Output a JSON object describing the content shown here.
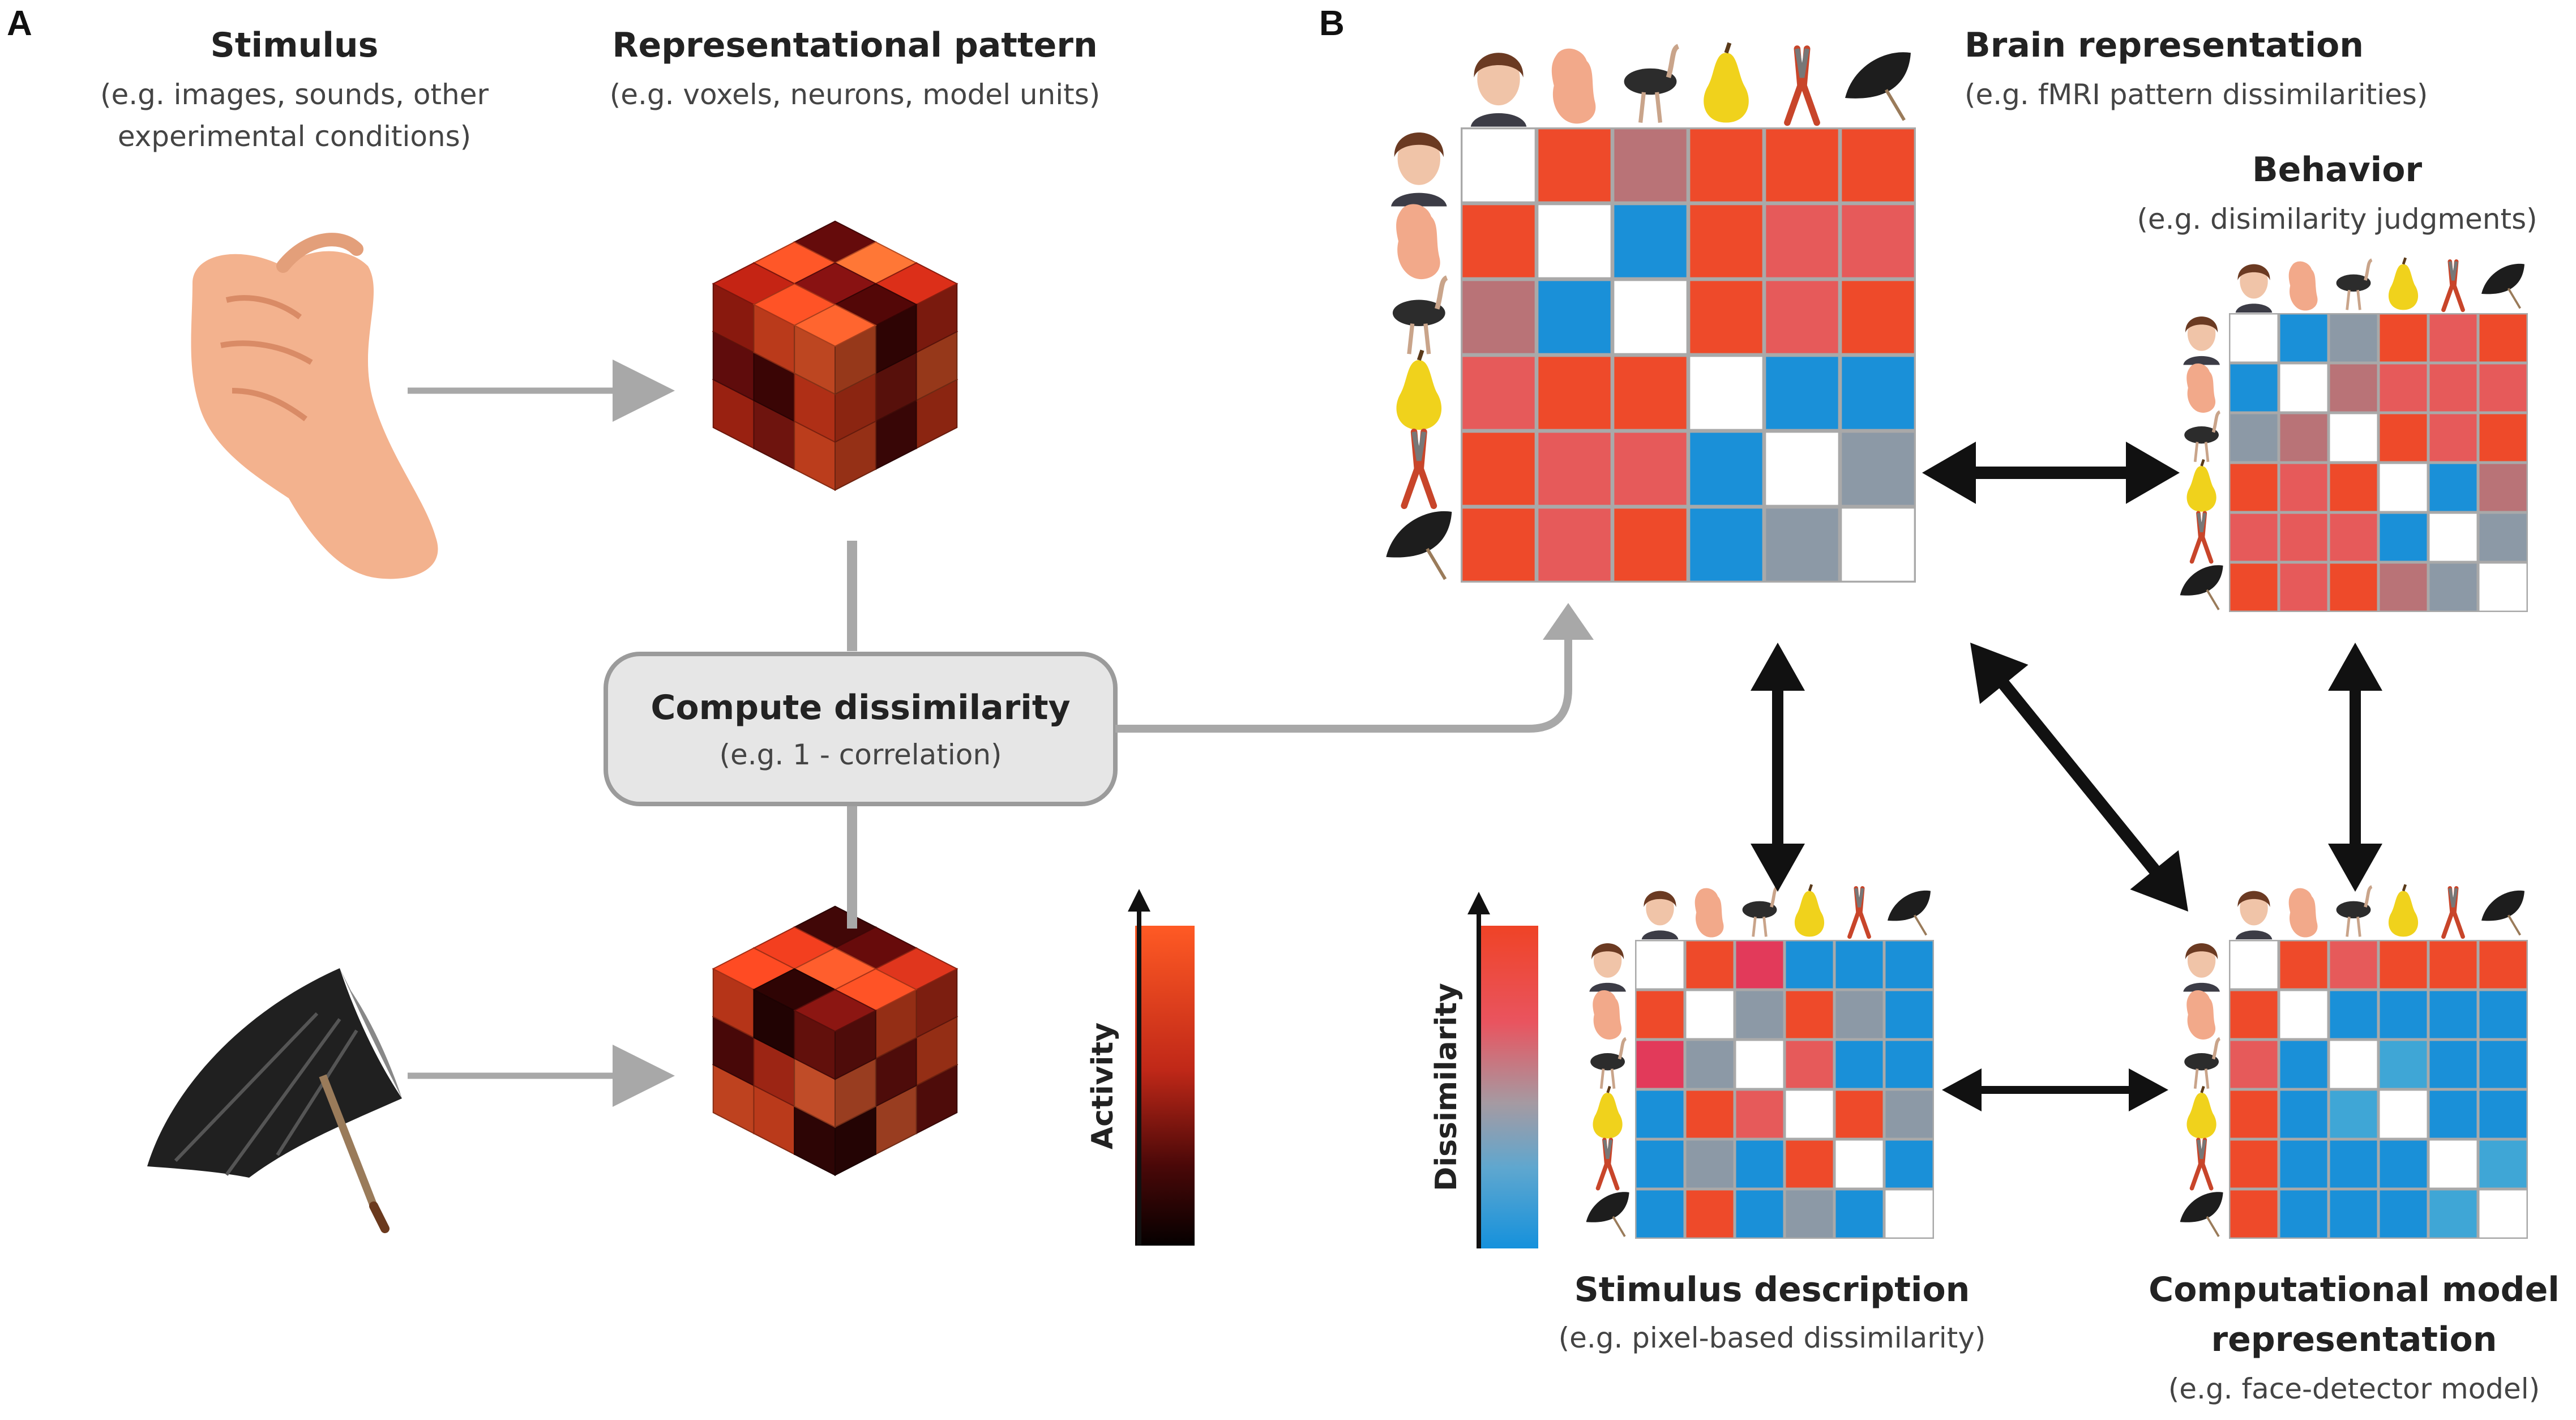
{
  "panels": {
    "a": "A",
    "b": "B"
  },
  "panel_a": {
    "stimulus": {
      "title": "Stimulus",
      "sub1": "(e.g. images, sounds, other",
      "sub2": "experimental conditions)"
    },
    "pattern": {
      "title": "Representational pattern",
      "sub": "(e.g. voxels, neurons, model units)"
    },
    "compute": {
      "title": "Compute dissimilarity",
      "sub": "(e.g. 1 - correlation)"
    },
    "activity_label": "Activity"
  },
  "panel_b": {
    "brain": {
      "title": "Brain representation",
      "sub": "(e.g. fMRI pattern dissimilarities)"
    },
    "behavior": {
      "title": "Behavior",
      "sub": "(e.g. disimilarity judgments)"
    },
    "stimulus_desc": {
      "title": "Stimulus description",
      "sub": "(e.g. pixel-based dissimilarity)"
    },
    "model": {
      "title1": "Computational model",
      "title2": "representation",
      "sub": "(e.g. face-detector model)"
    },
    "dissimilarity_label": "Dissimilarity"
  },
  "stimuli_icons": [
    "face-icon",
    "hand-icon",
    "ostrich-icon",
    "pear-icon",
    "pliers-icon",
    "umbrella-icon"
  ],
  "colors": {
    "red": "#ee4a2a",
    "pink": "#e65a5a",
    "mauve": "#b97377",
    "blue": "#1a90d8",
    "lightblue": "#3fa6d6",
    "gray": "#8c99a6",
    "grid": "#a9a9a9",
    "arrow_gray": "#a8a8a8"
  },
  "matrices": {
    "brain": [
      [
        "W",
        "R",
        "M",
        "R",
        "R",
        "R"
      ],
      [
        "R",
        "W",
        "B",
        "R",
        "P",
        "P"
      ],
      [
        "M",
        "B",
        "W",
        "R",
        "P",
        "R"
      ],
      [
        "P",
        "R",
        "R",
        "W",
        "B",
        "B"
      ],
      [
        "R",
        "P",
        "P",
        "B",
        "W",
        "G"
      ],
      [
        "R",
        "P",
        "R",
        "B",
        "G",
        "W"
      ]
    ],
    "behavior": [
      [
        "W",
        "B",
        "G",
        "R",
        "P",
        "R"
      ],
      [
        "B",
        "W",
        "M",
        "P",
        "P",
        "P"
      ],
      [
        "G",
        "M",
        "W",
        "R",
        "P",
        "R"
      ],
      [
        "R",
        "P",
        "R",
        "W",
        "B",
        "M"
      ],
      [
        "P",
        "P",
        "P",
        "B",
        "W",
        "G"
      ],
      [
        "R",
        "P",
        "R",
        "M",
        "G",
        "W"
      ]
    ],
    "stimulus": [
      [
        "W",
        "R",
        "K",
        "B",
        "B",
        "B"
      ],
      [
        "R",
        "W",
        "G",
        "R",
        "G",
        "B"
      ],
      [
        "K",
        "G",
        "W",
        "P",
        "B",
        "B"
      ],
      [
        "B",
        "R",
        "P",
        "W",
        "R",
        "G"
      ],
      [
        "B",
        "G",
        "B",
        "R",
        "W",
        "B"
      ],
      [
        "B",
        "R",
        "B",
        "G",
        "B",
        "W"
      ]
    ],
    "model": [
      [
        "W",
        "R",
        "P",
        "R",
        "R",
        "R"
      ],
      [
        "R",
        "W",
        "B",
        "B",
        "B",
        "B"
      ],
      [
        "P",
        "B",
        "W",
        "L",
        "B",
        "B"
      ],
      [
        "R",
        "B",
        "L",
        "W",
        "B",
        "B"
      ],
      [
        "R",
        "B",
        "B",
        "B",
        "W",
        "L"
      ],
      [
        "R",
        "B",
        "B",
        "B",
        "L",
        "W"
      ]
    ]
  }
}
